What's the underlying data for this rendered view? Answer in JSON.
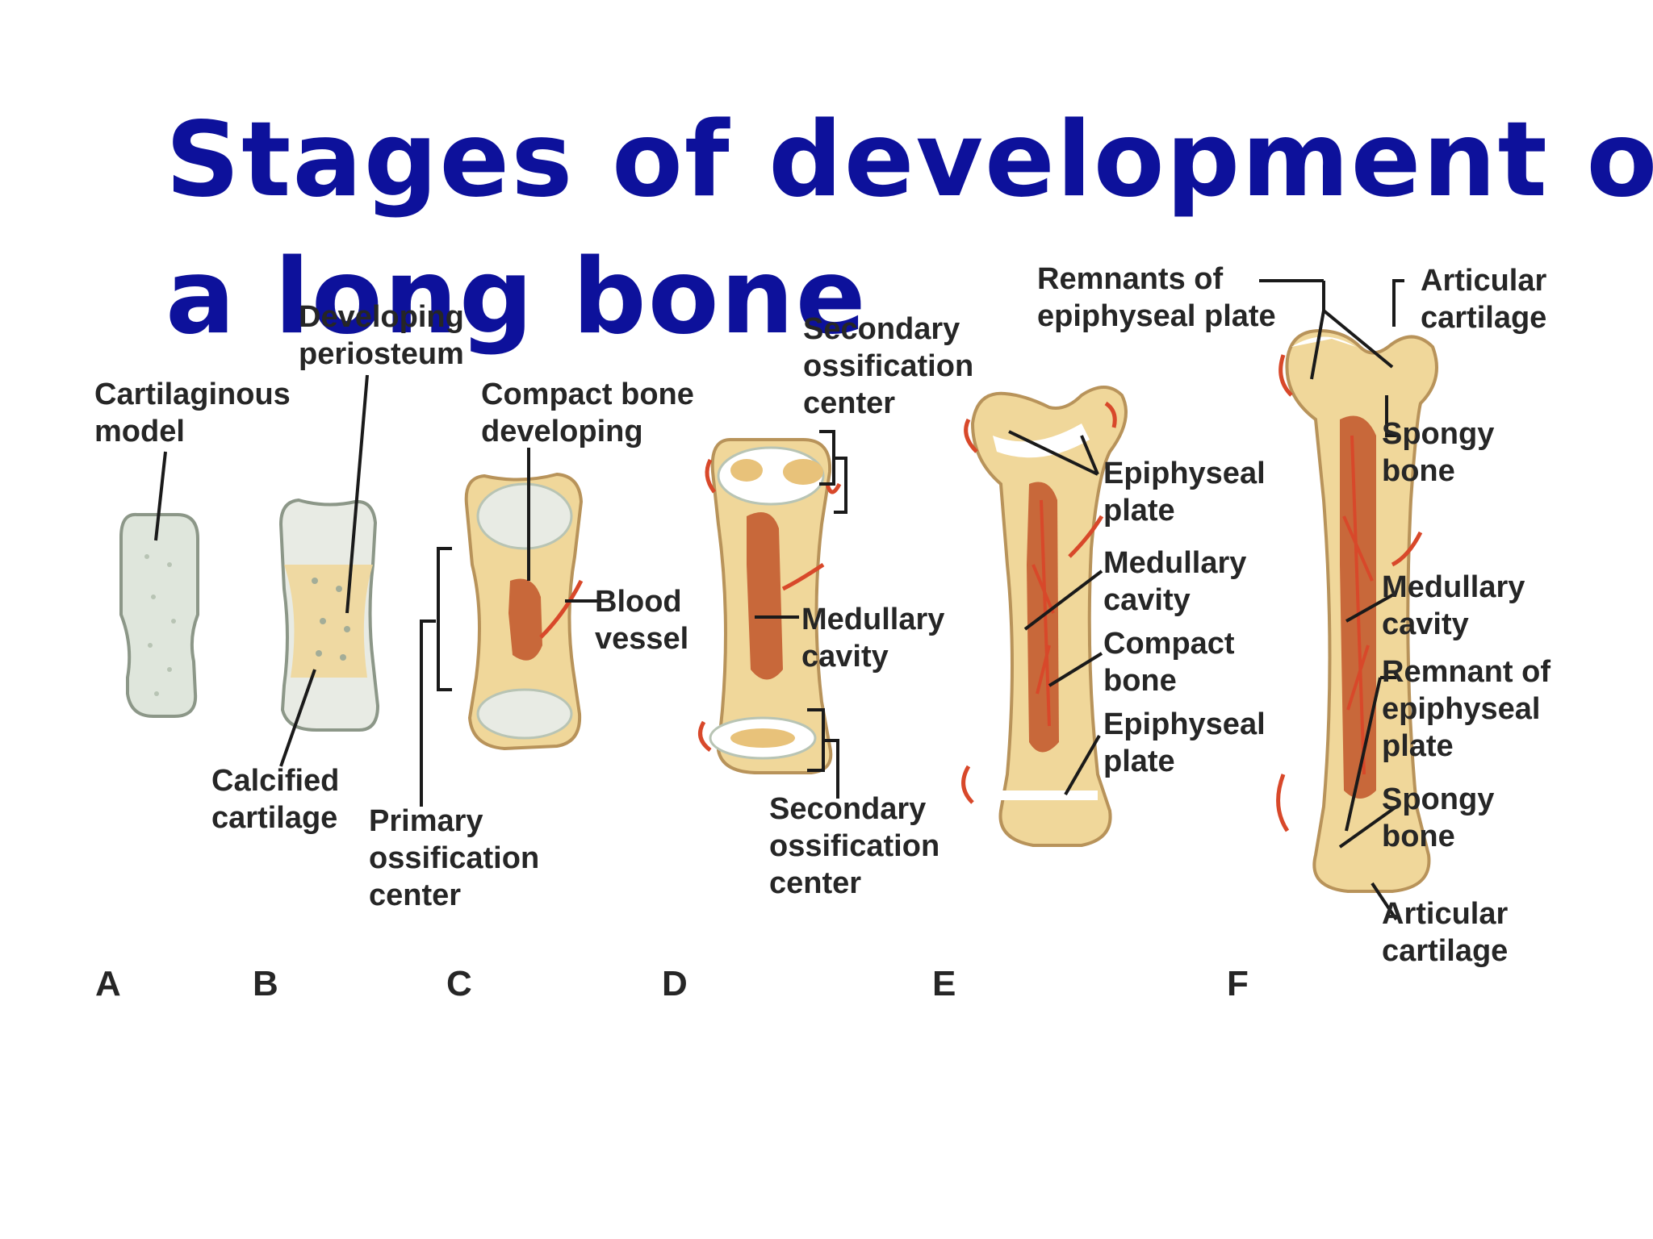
{
  "title": {
    "line1": "Stages of development of",
    "line2": "a long  bone"
  },
  "labels": {
    "a_cartilaginous_model": [
      "Cartilaginous",
      "model"
    ],
    "b_developing_periosteum": [
      "Developing",
      "periosteum"
    ],
    "b_calcified_cartilage": [
      "Calcified",
      "cartilage"
    ],
    "c_compact_bone_developing": [
      "Compact bone",
      "developing"
    ],
    "c_blood_vessel": [
      "Blood",
      "vessel"
    ],
    "c_primary_ossification_center": [
      "Primary",
      "ossification",
      "center"
    ],
    "d_secondary_ossification_center_top": [
      "Secondary",
      "ossification",
      "center"
    ],
    "d_medullary_cavity": [
      "Medullary",
      "cavity"
    ],
    "d_secondary_ossification_center_bottom": [
      "Secondary",
      "ossification",
      "center"
    ],
    "e_remnants_epiphyseal_plate": [
      "Remnants of",
      "epiphyseal plate"
    ],
    "e_epiphyseal_plate_top": [
      "Epiphyseal",
      "plate"
    ],
    "e_medullary_cavity": [
      "Medullary",
      "cavity"
    ],
    "e_compact_bone": [
      "Compact",
      "bone"
    ],
    "e_epiphyseal_plate_bottom": [
      "Epiphyseal",
      "plate"
    ],
    "f_articular_cartilage_top": [
      "Articular",
      "cartilage"
    ],
    "f_spongy_bone_top": [
      "Spongy",
      "bone"
    ],
    "f_medullary_cavity": [
      "Medullary",
      "cavity"
    ],
    "f_remnant_epiphyseal_plate": [
      "Remnant of",
      "epiphyseal",
      "plate"
    ],
    "f_spongy_bone_bottom": [
      "Spongy",
      "bone"
    ],
    "f_articular_cartilage_bottom": [
      "Articular",
      "cartilage"
    ]
  },
  "stages": [
    "A",
    "B",
    "C",
    "D",
    "E",
    "F"
  ],
  "colors": {
    "title": "#0d119b",
    "label_text": "#262626",
    "cartilage": "#dfe6dc",
    "bone": "#f0d79a",
    "bone_dark": "#e8c27a",
    "marrow": "#c8683a",
    "vessel": "#d8482a",
    "plate": "#ffffff"
  }
}
